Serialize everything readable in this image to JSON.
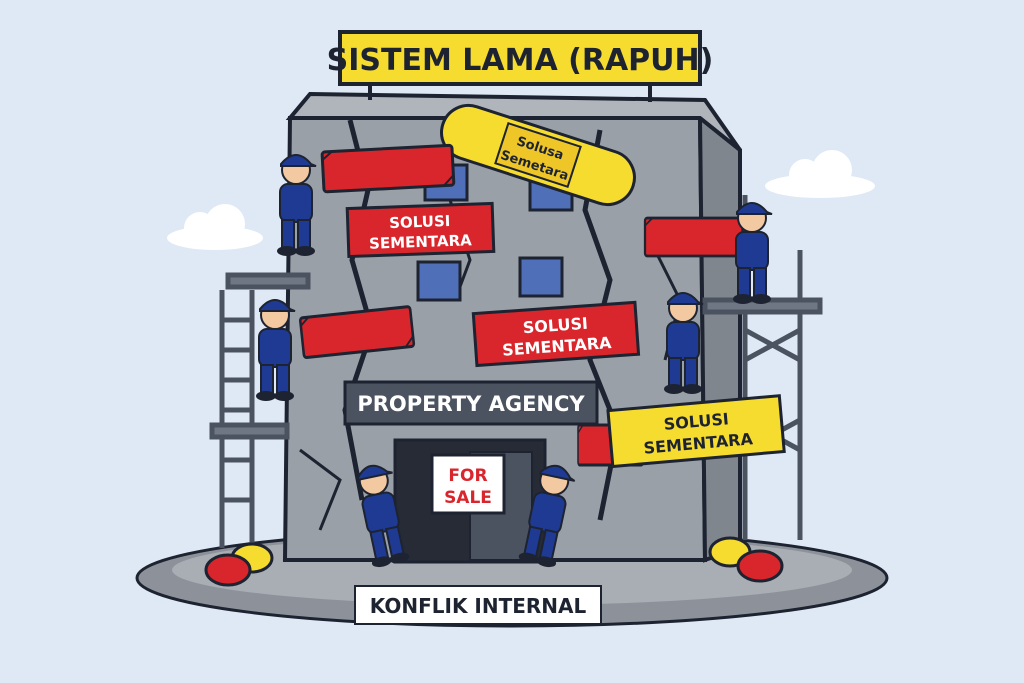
{
  "illustration": {
    "top_sign": "SISTEM LAMA (RAPUH)",
    "bandage_line1": "Solusa",
    "bandage_line2": "Semetara",
    "tape_line1": "SOLUSI",
    "tape_line2": "SEMENTARA",
    "agency_sign": "PROPERTY AGENCY",
    "for_sale_line1": "FOR",
    "for_sale_line2": "SALE",
    "bottom_sign": "KONFLIK INTERNAL"
  },
  "colors": {
    "background": "#dfe9f5",
    "building": "#9aa0a8",
    "sign_yellow": "#f5dc2e",
    "tape_red": "#d9262c",
    "worker_blue": "#1f3a93",
    "dark": "#1d2330"
  }
}
